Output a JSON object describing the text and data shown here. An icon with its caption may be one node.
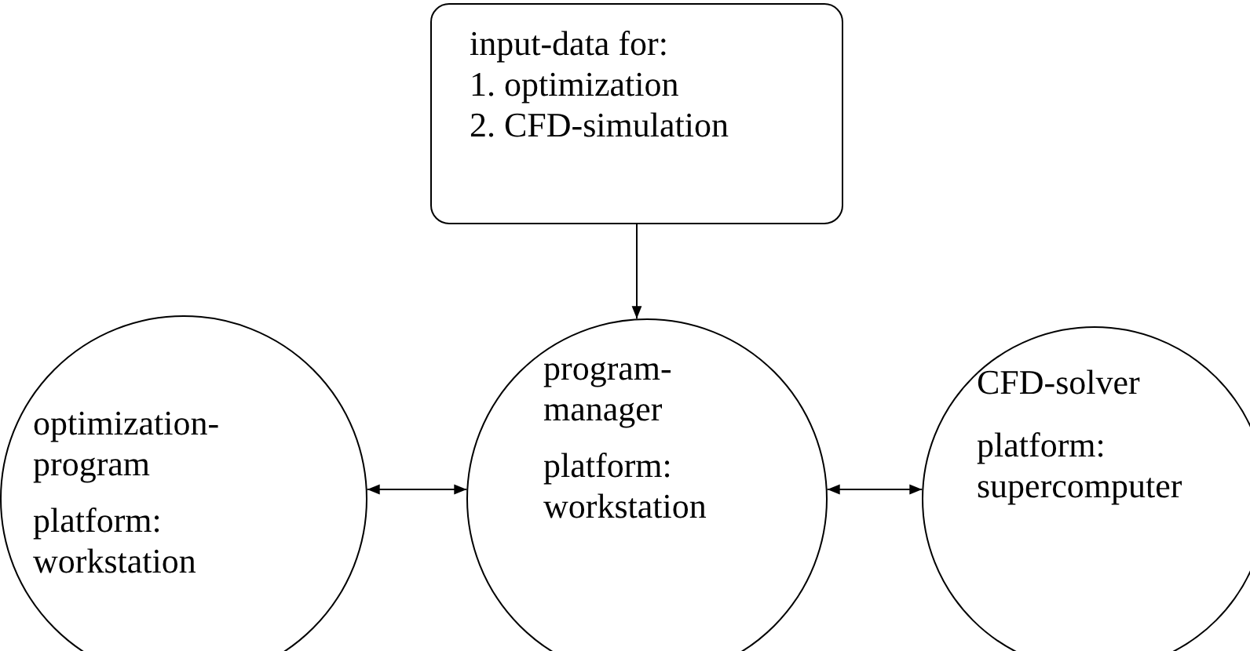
{
  "diagram": {
    "nodes": [
      {
        "text": [
          "input-data for:",
          "1. optimization",
          "2. CFD-simulation"
        ]
      },
      {
        "text": [
          "optimization-program",
          "platform: workstation"
        ]
      },
      {
        "text": [
          "program-manager",
          "platform: workstation"
        ]
      },
      {
        "text": [
          "CFD-solver",
          "platform: supercomputer"
        ]
      }
    ],
    "edges": [
      {
        "from": 0,
        "to": 2,
        "arrow": "to"
      },
      {
        "from": 1,
        "to": 2,
        "arrow": "both"
      },
      {
        "from": 2,
        "to": 3,
        "arrow": "both"
      }
    ]
  }
}
